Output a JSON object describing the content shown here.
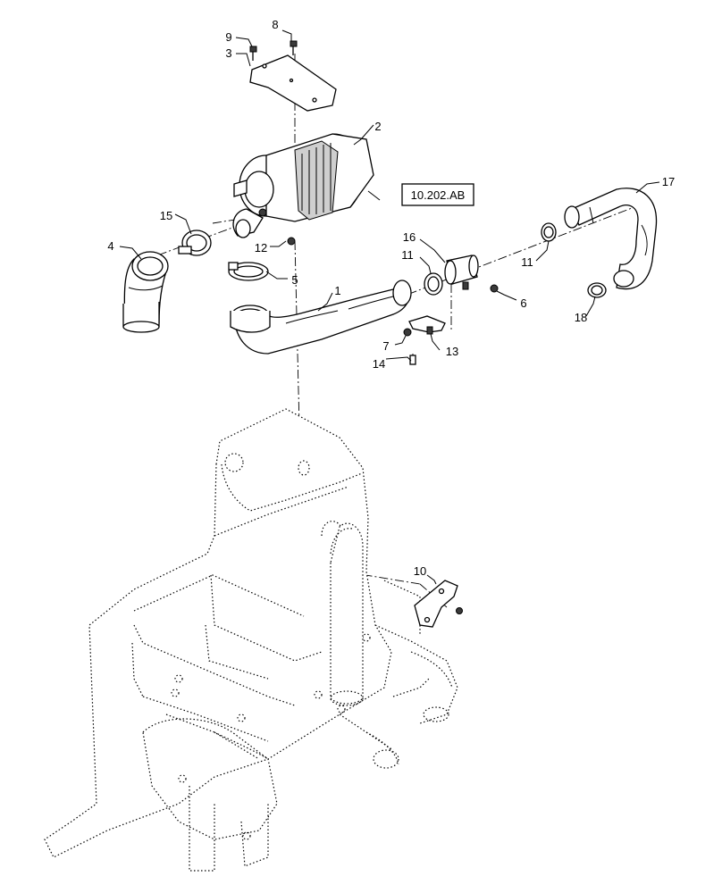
{
  "diagram": {
    "reference_box": "10.202.AB",
    "callouts": {
      "c1": "1",
      "c2": "2",
      "c3": "3",
      "c4": "4",
      "c5": "5",
      "c6": "6",
      "c7": "7",
      "c8": "8",
      "c9": "9",
      "c10": "10",
      "c11a": "11",
      "c11b": "11",
      "c12": "12",
      "c13": "13",
      "c14": "14",
      "c15": "15",
      "c16": "16",
      "c17": "17",
      "c18": "18"
    }
  }
}
